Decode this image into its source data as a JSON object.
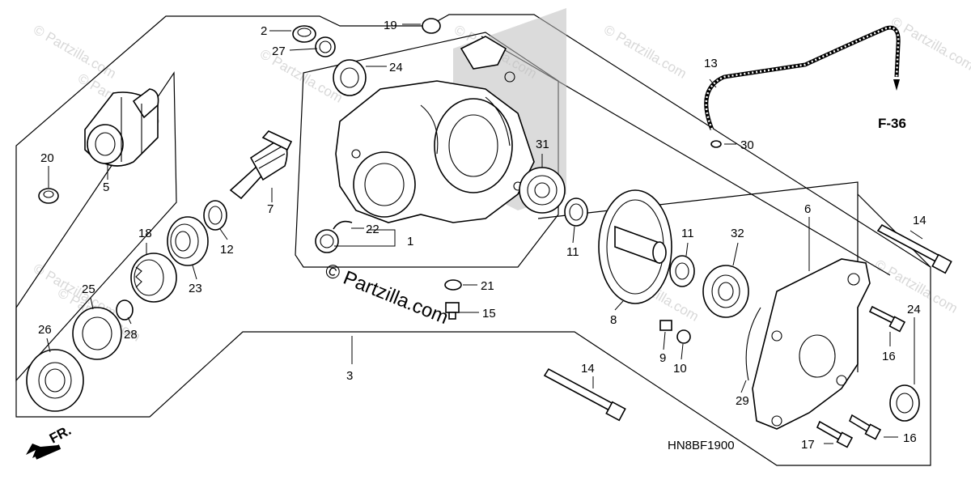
{
  "watermark": {
    "text": "© Partzilla.com",
    "center_text": "© Partzilla.com"
  },
  "diagram_code": "HN8BF1900",
  "reference": "F-36",
  "direction_label": "FR.",
  "callouts": {
    "c1": "1",
    "c2": "2",
    "c3": "3",
    "c5": "5",
    "c6": "6",
    "c7": "7",
    "c8": "8",
    "c9": "9",
    "c10": "10",
    "c11a": "11",
    "c11b": "11",
    "c12": "12",
    "c13": "13",
    "c14a": "14",
    "c14b": "14",
    "c15": "15",
    "c16a": "16",
    "c16b": "16",
    "c17": "17",
    "c18": "18",
    "c19": "19",
    "c20": "20",
    "c21": "21",
    "c22": "22",
    "c23": "23",
    "c24a": "24",
    "c24b": "24",
    "c25": "25",
    "c26": "26",
    "c27": "27",
    "c28": "28",
    "c29": "29",
    "c30": "30",
    "c31": "31",
    "c32": "32"
  }
}
